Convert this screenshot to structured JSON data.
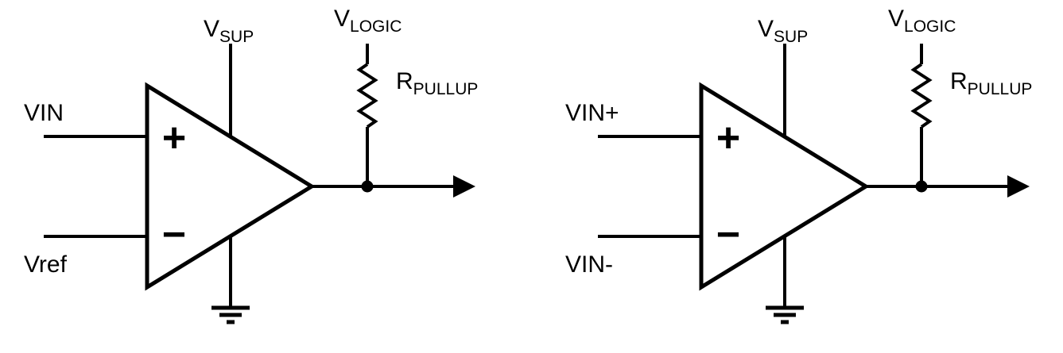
{
  "diagram": {
    "description": "Two comparator circuits with open-drain outputs and pull-up resistors",
    "line_color": "#000000",
    "background_color": "#ffffff"
  },
  "circuits": [
    {
      "id": "single-ended-comparator",
      "input_plus_label": "VIN",
      "input_minus_label": "Vref",
      "plus_symbol": "+",
      "minus_symbol": "−",
      "supply_label": {
        "main": "V",
        "sub": "SUP"
      },
      "logic_label": {
        "main": "V",
        "sub": "LOGIC"
      },
      "pullup_label": {
        "main": "R",
        "sub": "PULLUP"
      }
    },
    {
      "id": "differential-comparator",
      "input_plus_label": "VIN+",
      "input_minus_label": "VIN-",
      "plus_symbol": "+",
      "minus_symbol": "−",
      "supply_label": {
        "main": "V",
        "sub": "SUP"
      },
      "logic_label": {
        "main": "V",
        "sub": "LOGIC"
      },
      "pullup_label": {
        "main": "R",
        "sub": "PULLUP"
      }
    }
  ]
}
